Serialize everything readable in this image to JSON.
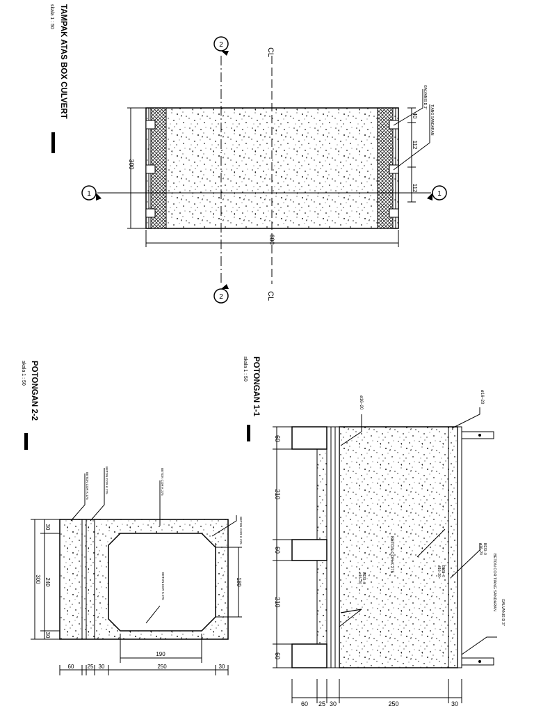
{
  "titles": {
    "top": {
      "title": "TAMPAK ATAS BOX CULVERT",
      "scale": "skala    1 : 50"
    },
    "section_1": {
      "title": "POTONGAN 1-1",
      "scale": "skala    1 : 50"
    },
    "section_2": {
      "title": "POTONGAN 2-2",
      "scale": "skala    1 : 50"
    }
  },
  "top_view": {
    "markers": {
      "left": "1",
      "right": "1",
      "top": "2",
      "bottom": "2"
    },
    "centerline": "CL",
    "dims": {
      "width": "300",
      "length": "600",
      "d1": "40",
      "d2": "112",
      "d3": "112"
    },
    "notes": {
      "galvanis": "GALVANIS D 3\"",
      "tiang": "TIANG SANDARAN"
    }
  },
  "section_1_view": {
    "dims": {
      "h1": "60",
      "h2": "210",
      "h3": "60",
      "h4": "210",
      "h5": "60",
      "w1": "60",
      "w2": "25",
      "w3": "30",
      "w4": "250",
      "w5": "30"
    },
    "notes": {
      "rebar_top": "ø16–20",
      "rebar_bottom": "ø16–20",
      "beton": "BETON COR K 275",
      "besi_a": "BESI–0",
      "besi_b": "ø16–20",
      "besi_c": "BESI–0",
      "besi_d": "ø16–20",
      "besi_e": "BESI–0",
      "besi_f": "ø16–20",
      "beton_tiang": "BETON COR TIANG SANDARAN",
      "galvanis": "GALVANIS D 3\""
    }
  },
  "section_2_view": {
    "dims": {
      "h_top": "30",
      "h_mid": "240",
      "h_bot": "30",
      "h_total": "300",
      "inner": "190",
      "w1": "60",
      "w2": "25",
      "w3": "30",
      "w4": "250",
      "w5": "30",
      "side": "180"
    },
    "notes": {
      "n1": "BETON COR K 175",
      "n2": "BETON COR K 275",
      "n3": "BETON COR K 275",
      "n4": "BETON COR K 275",
      "n5": "BETON COR K 275"
    }
  }
}
